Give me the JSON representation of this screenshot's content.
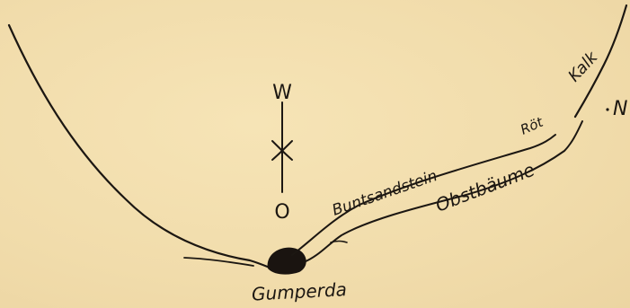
{
  "labels": {
    "gumperda": "Gumperda",
    "buntsandstein": "Buntsandstein",
    "obstbaume": "Obstbäume",
    "rot": "Röt",
    "kalk": "Kalk",
    "west": "W",
    "east": "O",
    "north": "N"
  }
}
